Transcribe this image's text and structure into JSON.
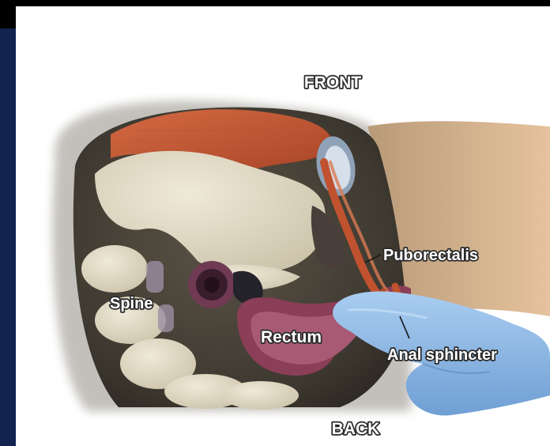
{
  "labels": {
    "front": "FRONT",
    "back": "BACK",
    "puborectalis": "Puborectalis",
    "spine": "Spine",
    "rectum": "Rectum",
    "anal_sphincter": "Anal sphincter"
  },
  "colors": {
    "background": "#000000",
    "side_strip": "#13234f",
    "panel": "#ffffff",
    "muscle": "#c0522f",
    "bone": "#e4ddc8",
    "rectal_wall": "#8a3e57",
    "glove": "#8fbde8",
    "skin": "#dcb48e"
  },
  "icons": [
    "gloved-finger-icon"
  ]
}
